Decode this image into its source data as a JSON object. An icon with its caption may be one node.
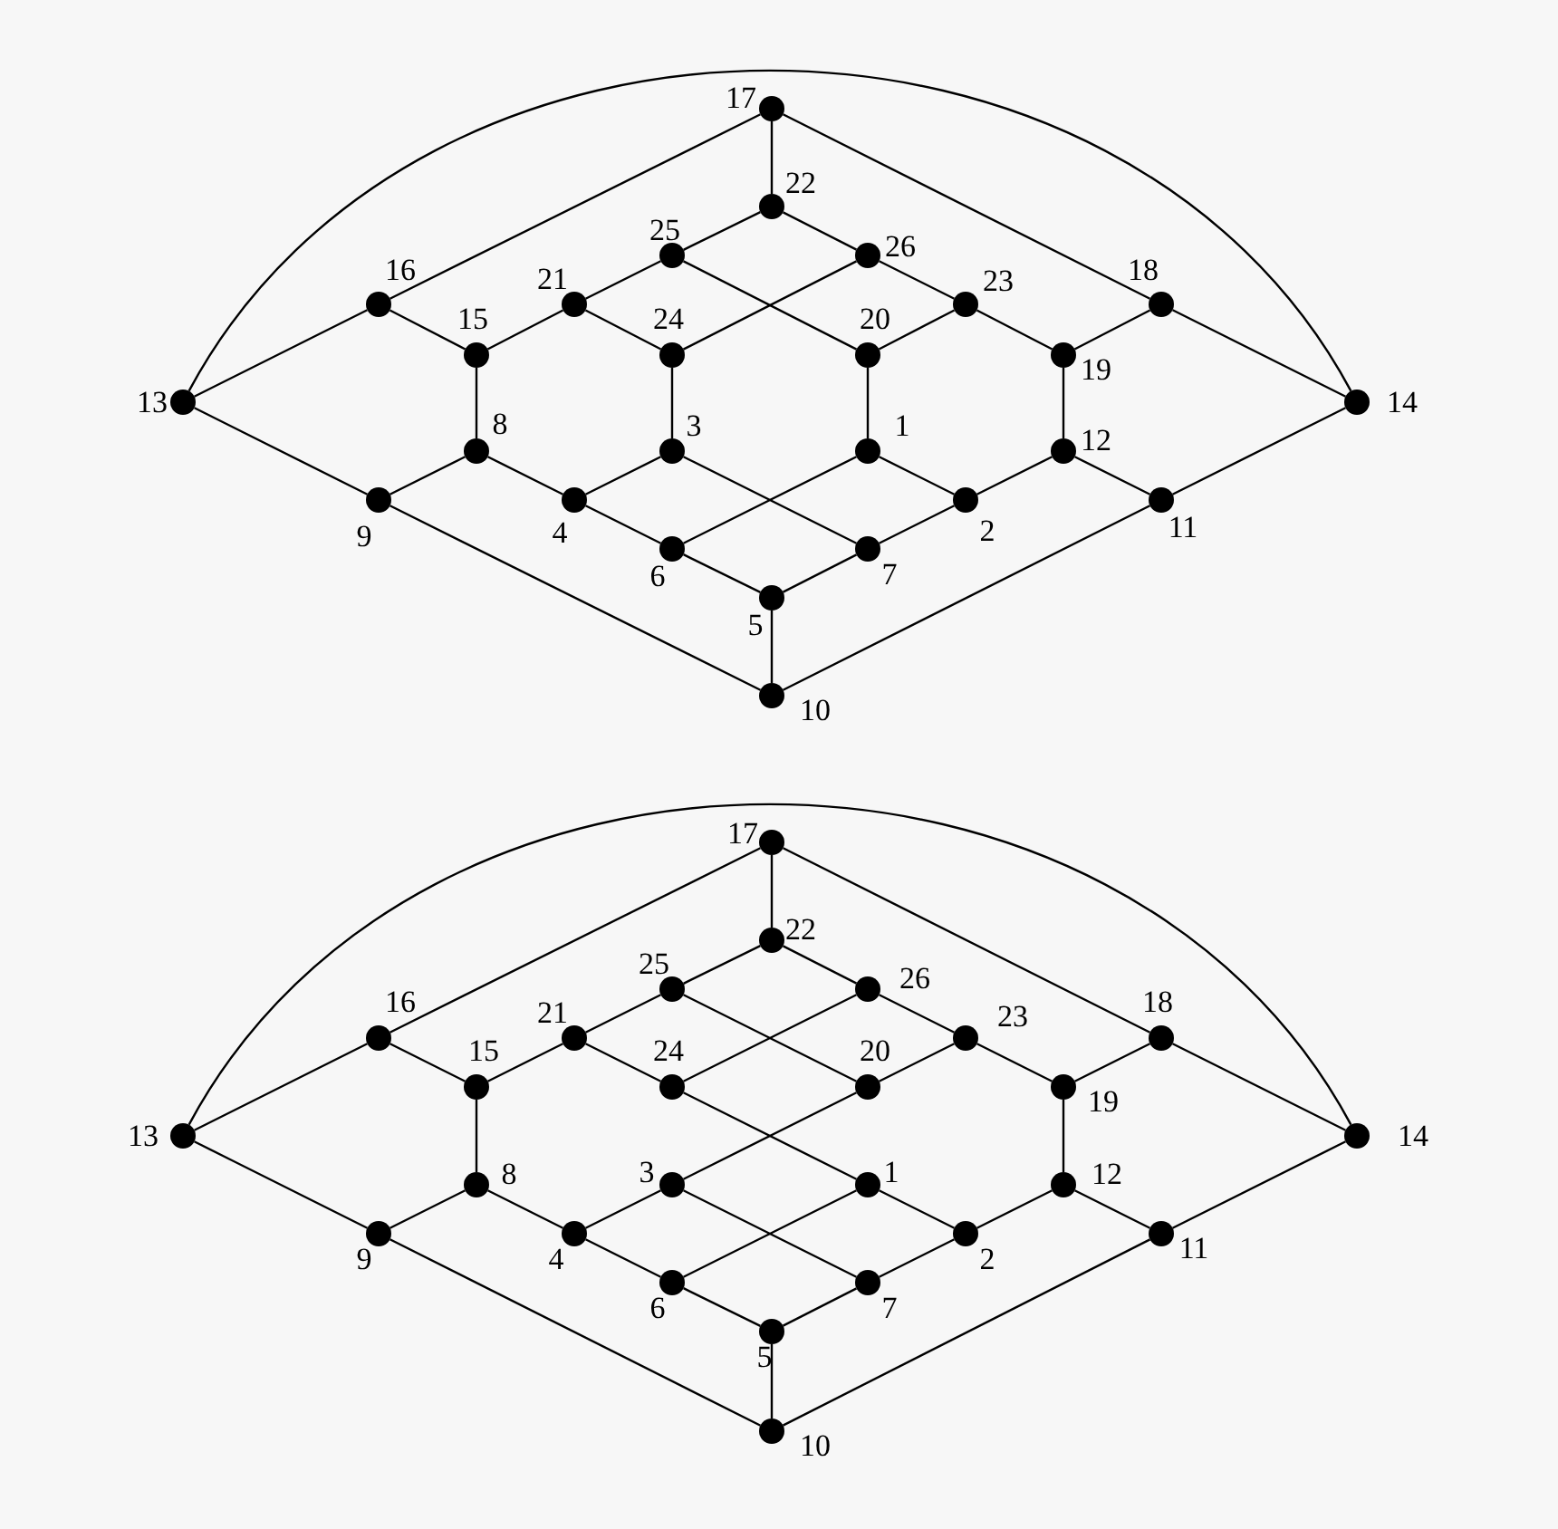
{
  "diagram": {
    "nodes": [
      {
        "text": [
          "1"
        ]
      },
      {
        "text": [
          "2"
        ]
      },
      {
        "text": [
          "3"
        ]
      },
      {
        "text": [
          "4"
        ]
      },
      {
        "text": [
          "5"
        ]
      },
      {
        "text": [
          "6"
        ]
      },
      {
        "text": [
          "7"
        ]
      },
      {
        "text": [
          "8"
        ]
      },
      {
        "text": [
          "9"
        ]
      },
      {
        "text": [
          "10"
        ]
      },
      {
        "text": [
          "11"
        ]
      },
      {
        "text": [
          "12"
        ]
      },
      {
        "text": [
          "13"
        ]
      },
      {
        "text": [
          "14"
        ]
      },
      {
        "text": [
          "15"
        ]
      },
      {
        "text": [
          "16"
        ]
      },
      {
        "text": [
          "17"
        ]
      },
      {
        "text": [
          "18"
        ]
      },
      {
        "text": [
          "19"
        ]
      },
      {
        "text": [
          "20"
        ]
      },
      {
        "text": [
          "21"
        ]
      },
      {
        "text": [
          "22"
        ]
      },
      {
        "text": [
          "23"
        ]
      },
      {
        "text": [
          "24"
        ]
      },
      {
        "text": [
          "25"
        ]
      },
      {
        "text": [
          "26"
        ]
      },
      {
        "text": [
          "1"
        ]
      },
      {
        "text": [
          "2"
        ]
      },
      {
        "text": [
          "3"
        ]
      },
      {
        "text": [
          "4"
        ]
      },
      {
        "text": [
          "5"
        ]
      },
      {
        "text": [
          "6"
        ]
      },
      {
        "text": [
          "7"
        ]
      },
      {
        "text": [
          "8"
        ]
      },
      {
        "text": [
          "9"
        ]
      },
      {
        "text": [
          "10"
        ]
      },
      {
        "text": [
          "11"
        ]
      },
      {
        "text": [
          "12"
        ]
      },
      {
        "text": [
          "13"
        ]
      },
      {
        "text": [
          "14"
        ]
      },
      {
        "text": [
          "15"
        ]
      },
      {
        "text": [
          "16"
        ]
      },
      {
        "text": [
          "17"
        ]
      },
      {
        "text": [
          "18"
        ]
      },
      {
        "text": [
          "19"
        ]
      },
      {
        "text": [
          "20"
        ]
      },
      {
        "text": [
          "21"
        ]
      },
      {
        "text": [
          "22"
        ]
      },
      {
        "text": [
          "23"
        ]
      },
      {
        "text": [
          "24"
        ]
      },
      {
        "text": [
          "25"
        ]
      },
      {
        "text": [
          "26"
        ]
      }
    ],
    "edges": [
      {
        "from": 12,
        "to": 13,
        "arrow": "none"
      },
      {
        "from": 12,
        "to": 15,
        "arrow": "none"
      },
      {
        "from": 15,
        "to": 16,
        "arrow": "none"
      },
      {
        "from": 16,
        "to": 21,
        "arrow": "none"
      },
      {
        "from": 16,
        "to": 17,
        "arrow": "none"
      },
      {
        "from": 17,
        "to": 13,
        "arrow": "none"
      },
      {
        "from": 12,
        "to": 8,
        "arrow": "none"
      },
      {
        "from": 8,
        "to": 9,
        "arrow": "none"
      },
      {
        "from": 9,
        "to": 4,
        "arrow": "none"
      },
      {
        "from": 9,
        "to": 10,
        "arrow": "none"
      },
      {
        "from": 10,
        "to": 13,
        "arrow": "none"
      },
      {
        "from": 21,
        "to": 24,
        "arrow": "none"
      },
      {
        "from": 21,
        "to": 25,
        "arrow": "none"
      },
      {
        "from": 24,
        "to": 20,
        "arrow": "none"
      },
      {
        "from": 24,
        "to": 19,
        "arrow": "none"
      },
      {
        "from": 25,
        "to": 23,
        "arrow": "none"
      },
      {
        "from": 25,
        "to": 22,
        "arrow": "none"
      },
      {
        "from": 15,
        "to": 14,
        "arrow": "none"
      },
      {
        "from": 20,
        "to": 14,
        "arrow": "none"
      },
      {
        "from": 20,
        "to": 23,
        "arrow": "none"
      },
      {
        "from": 19,
        "to": 22,
        "arrow": "none"
      },
      {
        "from": 22,
        "to": 18,
        "arrow": "none"
      },
      {
        "from": 17,
        "to": 18,
        "arrow": "none"
      },
      {
        "from": 14,
        "to": 7,
        "arrow": "none"
      },
      {
        "from": 23,
        "to": 2,
        "arrow": "none"
      },
      {
        "from": 19,
        "to": 0,
        "arrow": "none"
      },
      {
        "from": 18,
        "to": 11,
        "arrow": "none"
      },
      {
        "from": 7,
        "to": 8,
        "arrow": "none"
      },
      {
        "from": 7,
        "to": 3,
        "arrow": "none"
      },
      {
        "from": 2,
        "to": 3,
        "arrow": "none"
      },
      {
        "from": 2,
        "to": 6,
        "arrow": "none"
      },
      {
        "from": 0,
        "to": 5,
        "arrow": "none"
      },
      {
        "from": 0,
        "to": 1,
        "arrow": "none"
      },
      {
        "from": 11,
        "to": 1,
        "arrow": "none"
      },
      {
        "from": 11,
        "to": 10,
        "arrow": "none"
      },
      {
        "from": 3,
        "to": 5,
        "arrow": "none"
      },
      {
        "from": 5,
        "to": 4,
        "arrow": "none"
      },
      {
        "from": 4,
        "to": 6,
        "arrow": "none"
      },
      {
        "from": 6,
        "to": 1,
        "arrow": "none"
      },
      {
        "from": 38,
        "to": 39,
        "arrow": "none"
      },
      {
        "from": 38,
        "to": 41,
        "arrow": "none"
      },
      {
        "from": 41,
        "to": 42,
        "arrow": "none"
      },
      {
        "from": 42,
        "to": 47,
        "arrow": "none"
      },
      {
        "from": 42,
        "to": 43,
        "arrow": "none"
      },
      {
        "from": 43,
        "to": 39,
        "arrow": "none"
      },
      {
        "from": 38,
        "to": 34,
        "arrow": "none"
      },
      {
        "from": 34,
        "to": 35,
        "arrow": "none"
      },
      {
        "from": 35,
        "to": 30,
        "arrow": "none"
      },
      {
        "from": 35,
        "to": 36,
        "arrow": "none"
      },
      {
        "from": 36,
        "to": 39,
        "arrow": "none"
      },
      {
        "from": 47,
        "to": 50,
        "arrow": "none"
      },
      {
        "from": 47,
        "to": 51,
        "arrow": "none"
      },
      {
        "from": 50,
        "to": 46,
        "arrow": "none"
      },
      {
        "from": 50,
        "to": 45,
        "arrow": "none"
      },
      {
        "from": 51,
        "to": 49,
        "arrow": "none"
      },
      {
        "from": 51,
        "to": 48,
        "arrow": "none"
      },
      {
        "from": 41,
        "to": 40,
        "arrow": "none"
      },
      {
        "from": 46,
        "to": 40,
        "arrow": "none"
      },
      {
        "from": 46,
        "to": 49,
        "arrow": "none"
      },
      {
        "from": 49,
        "to": 26,
        "arrow": "none"
      },
      {
        "from": 45,
        "to": 48,
        "arrow": "none"
      },
      {
        "from": 45,
        "to": 28,
        "arrow": "none"
      },
      {
        "from": 48,
        "to": 44,
        "arrow": "none"
      },
      {
        "from": 43,
        "to": 44,
        "arrow": "none"
      },
      {
        "from": 44,
        "to": 37,
        "arrow": "none"
      },
      {
        "from": 40,
        "to": 33,
        "arrow": "none"
      },
      {
        "from": 33,
        "to": 34,
        "arrow": "none"
      },
      {
        "from": 33,
        "to": 29,
        "arrow": "none"
      },
      {
        "from": 28,
        "to": 29,
        "arrow": "none"
      },
      {
        "from": 28,
        "to": 32,
        "arrow": "none"
      },
      {
        "from": 29,
        "to": 31,
        "arrow": "none"
      },
      {
        "from": 31,
        "to": 26,
        "arrow": "none"
      },
      {
        "from": 31,
        "to": 30,
        "arrow": "none"
      },
      {
        "from": 26,
        "to": 27,
        "arrow": "none"
      },
      {
        "from": 37,
        "to": 27,
        "arrow": "none"
      },
      {
        "from": 37,
        "to": 36,
        "arrow": "none"
      },
      {
        "from": 30,
        "to": 32,
        "arrow": "none"
      },
      {
        "from": 32,
        "to": 27,
        "arrow": "none"
      }
    ]
  }
}
